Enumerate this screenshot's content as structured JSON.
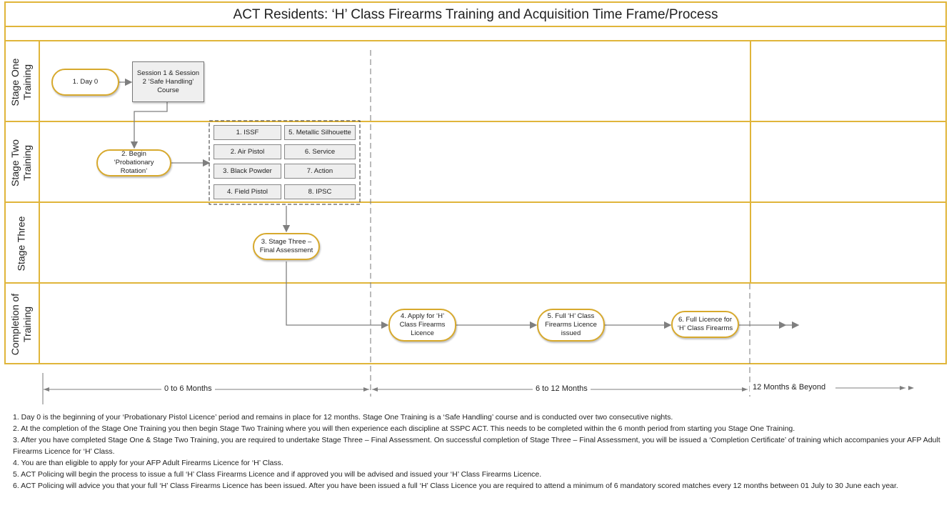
{
  "title": "ACT Residents: ‘H’ Class Firearms Training and Acquisition Time Frame/Process",
  "lanes": [
    {
      "label": "Stage One\nTraining"
    },
    {
      "label": "Stage Two\nTraining"
    },
    {
      "label": "Stage Three"
    },
    {
      "label": "Completion of\nTraining"
    }
  ],
  "nodes": {
    "day0": "1. Day 0",
    "session": "Session 1 & Session 2 ‘Safe Handling’ Course",
    "begin": "2. Begin ‘Probationary Rotation’",
    "stage3": "3. Stage Three – Final Assessment",
    "apply": "4. Apply for ‘H’ Class Firearms Licence",
    "full": "5. Full ‘H’ Class Firearms Licence issued",
    "licence": "6. Full Licence for ‘H’ Class Firearms"
  },
  "disciplines": [
    "1. ISSF",
    "5. Metallic Silhouette",
    "2. Air Pistol",
    "6. Service",
    "3. Black Powder",
    "7. Action",
    "4. Field Pistol",
    "8. IPSC"
  ],
  "timeline": {
    "period1": "0 to 6 Months",
    "period2": "6 to 12 Months",
    "period3": "12 Months & Beyond"
  },
  "notes": [
    "1. Day 0 is the beginning of your ‘Probationary Pistol Licence’ period and remains in place for 12 months. Stage One Training is a ‘Safe Handling’ course and is conducted over two consecutive nights.",
    "2. At the completion of the Stage One Training you then begin Stage Two Training where you will then experience each discipline at SSPC ACT. This needs to be completed within the 6 month period from starting you Stage One Training.",
    "3. After you have completed Stage One & Stage Two Training, you are required to undertake Stage Three – Final Assessment. On successful completion of Stage Three – Final Assessment, you will be issued a ‘Completion Certificate’ of training which accompanies your AFP Adult Firearms Licence for ‘H’ Class.",
    "4. You are than eligible to apply for your AFP Adult Firearms Licence for ‘H’ Class.",
    "5. ACT Policing will begin the process to issue a full ‘H’ Class Firearms Licence and if approved you will be advised and issued your ‘H’ Class Firearms Licence.",
    "6. ACT Policing will advice you that your full ‘H’ Class Firearms Licence has been issued. After you have been issued a full ‘H’ Class Licence you are required to attend a minimum of 6 mandatory scored matches every 12 months between 01 July to 30 June each year."
  ],
  "colors": {
    "lane_border": "#e0b53a",
    "pill_border": "#d7a92d",
    "connector": "#7f7f7f"
  }
}
